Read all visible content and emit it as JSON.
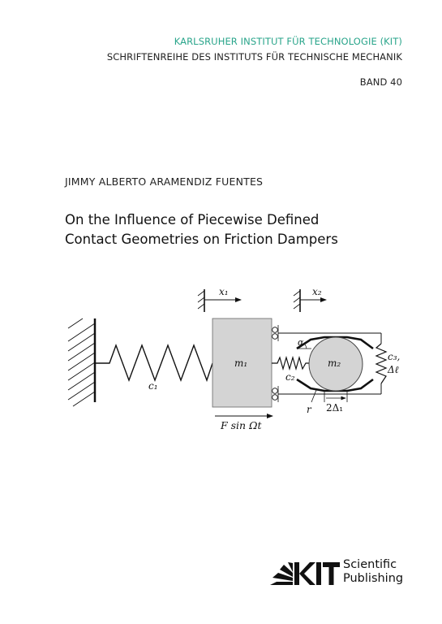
{
  "header": {
    "institute": "KARLSRUHER INSTITUT FÜR TECHNOLOGIE (KIT)",
    "series": "SCHRIFTENREIHE DES INSTITUTS FÜR TECHNISCHE MECHANIK",
    "volume": "BAND 40"
  },
  "author": "JIMMY ALBERTO ARAMENDIZ FUENTES",
  "title": {
    "line1": "On the Influence of Piecewise Defined",
    "line2": "Contact Geometries on Friction Dampers"
  },
  "figure": {
    "labels": {
      "x1": "x₁",
      "x2": "x₂",
      "c1": "c₁",
      "m1": "m₁",
      "c2": "c₂",
      "m2": "m₂",
      "c3": "c₃,",
      "delta_l": "Δℓ",
      "alpha": "α",
      "r": "r",
      "two_delta1": "2Δ₁",
      "force": "F sin Ωt"
    }
  },
  "publisher": {
    "logo_text": "KIT",
    "line1": "Scientific",
    "line2": "Publishing"
  },
  "colors": {
    "accent": "#2aa58b",
    "text": "#222222",
    "mass_fill": "#d4d4d4"
  }
}
